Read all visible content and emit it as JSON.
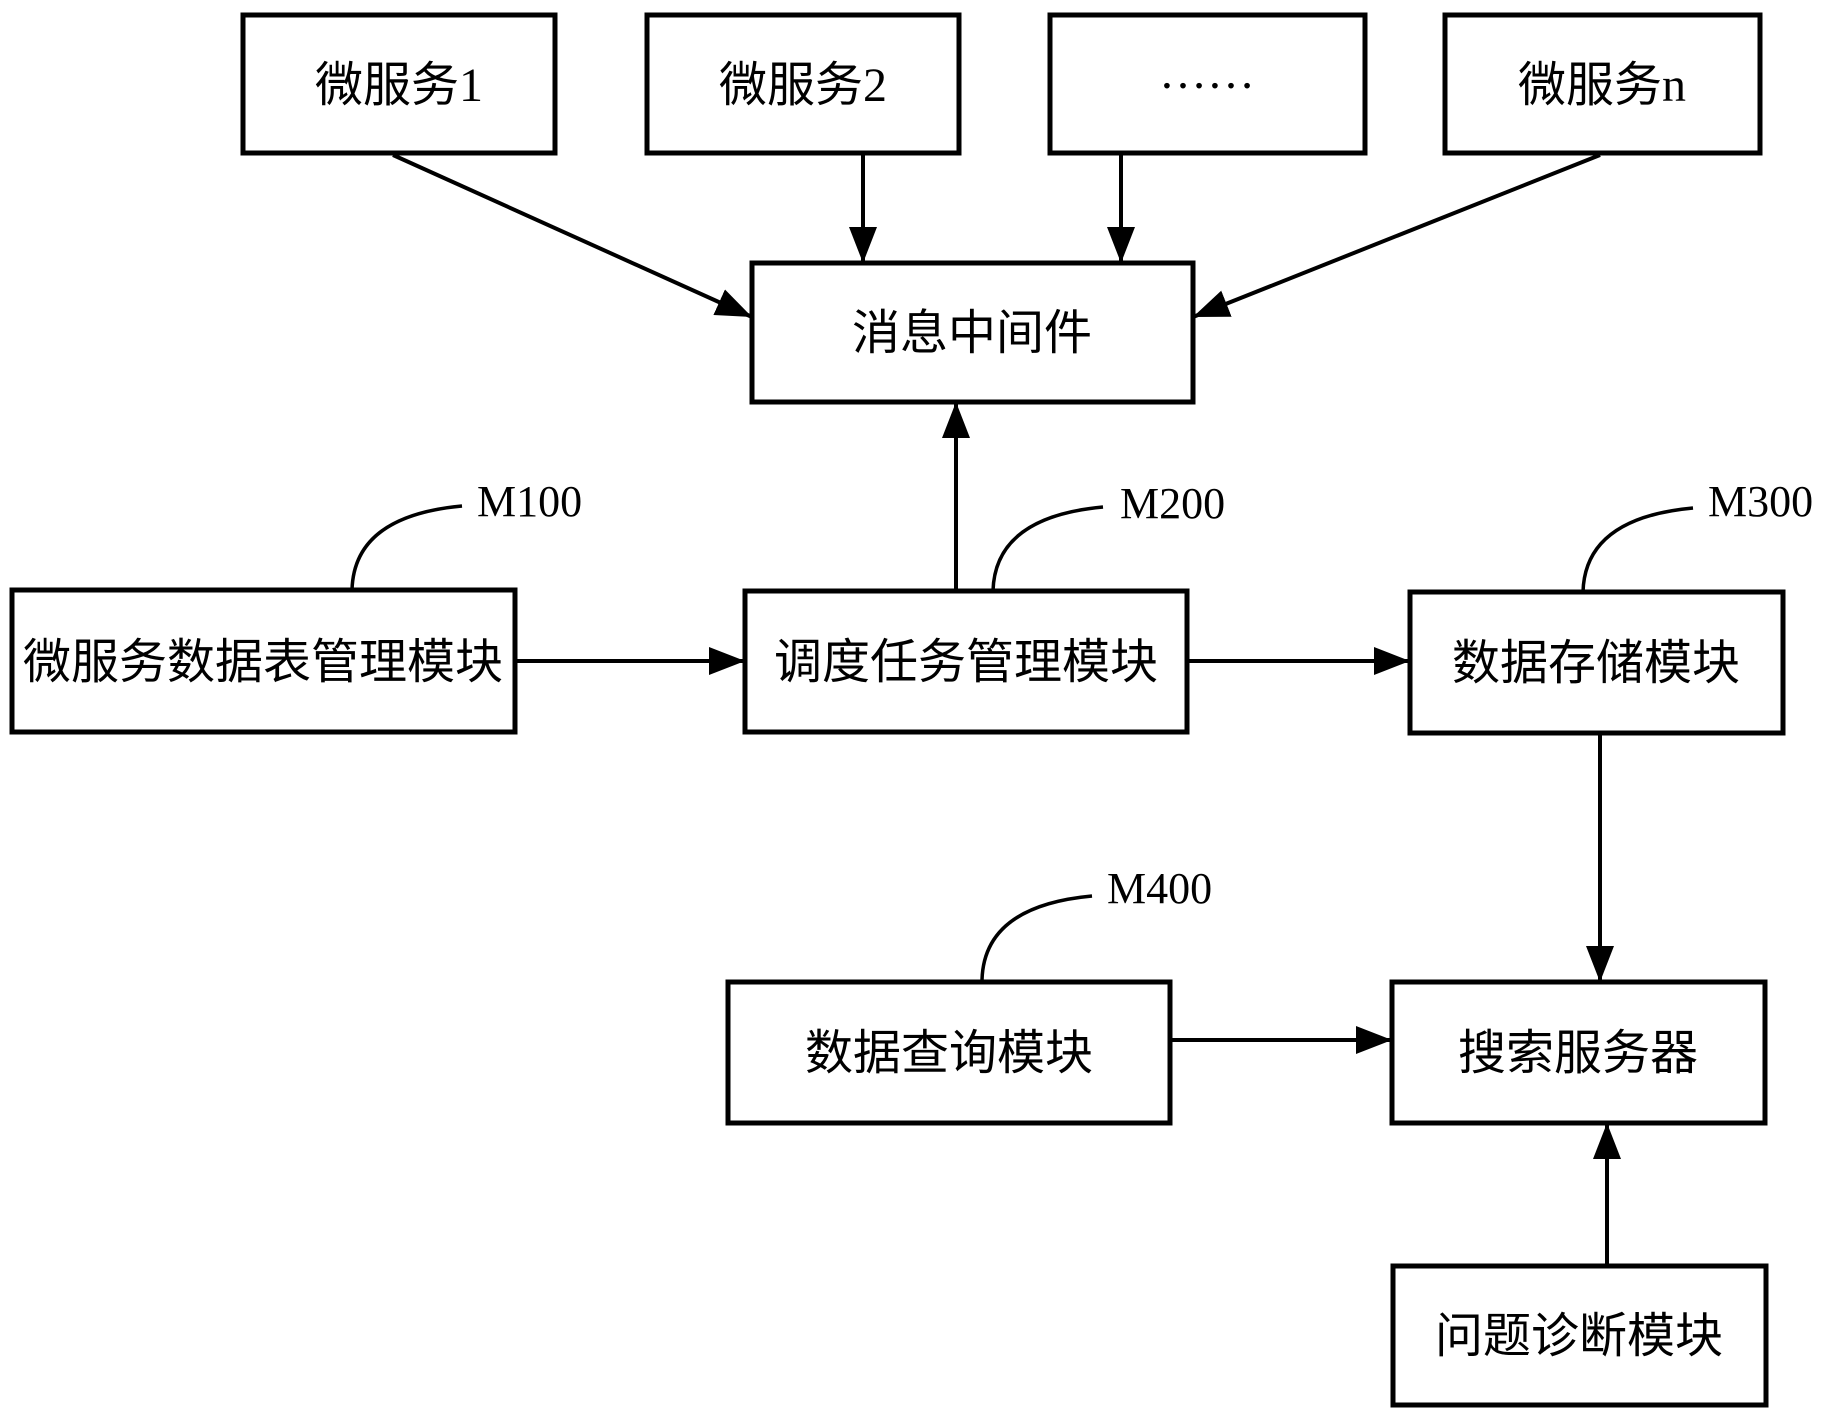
{
  "figure": {
    "type": "block-diagram",
    "background_color": "#ffffff",
    "line_color": "#000000",
    "box_fill_color": "#ffffff",
    "nodes": {
      "microservice1": {
        "label": "微服务1"
      },
      "microservice2": {
        "label": "微服务2"
      },
      "microservice_ellipsis": {
        "label": "……"
      },
      "microservice_n": {
        "label": "微服务n"
      },
      "message_middleware": {
        "label": "消息中间件"
      },
      "microservice_table_mgmt": {
        "label": "微服务数据表管理模块",
        "ref_label": "M100"
      },
      "schedule_task_mgmt": {
        "label": "调度任务管理模块",
        "ref_label": "M200"
      },
      "data_storage": {
        "label": "数据存储模块",
        "ref_label": "M300"
      },
      "data_query": {
        "label": "数据查询模块",
        "ref_label": "M400"
      },
      "search_server": {
        "label": "搜索服务器"
      },
      "problem_diagnosis": {
        "label": "问题诊断模块"
      }
    }
  }
}
